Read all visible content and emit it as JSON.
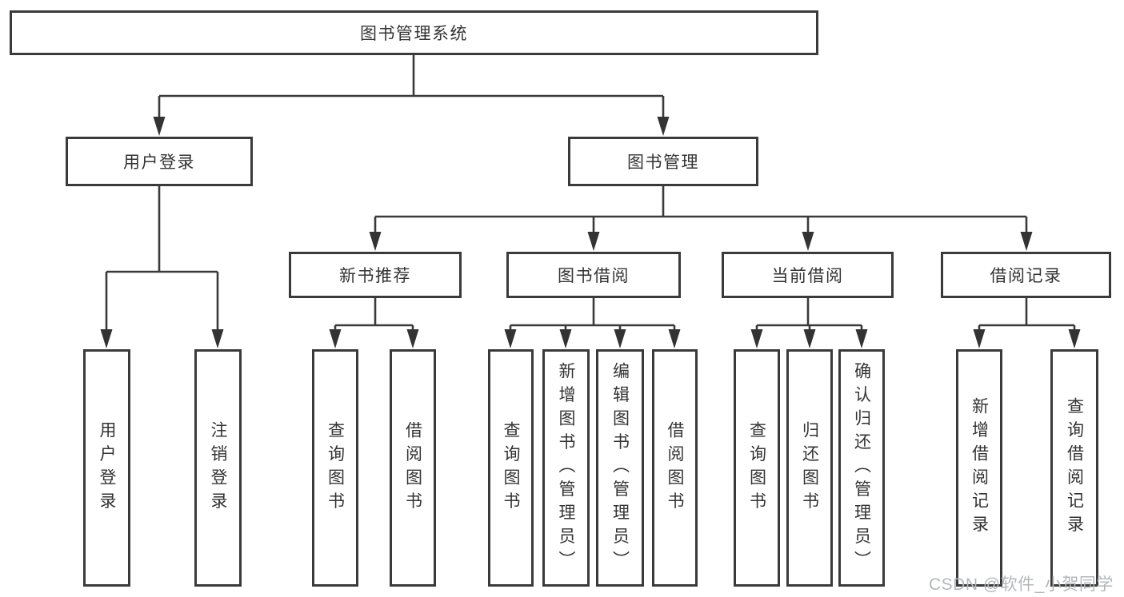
{
  "diagram": {
    "root": {
      "label": "图书管理系统"
    },
    "branches": [
      {
        "label": "用户登录",
        "leaves": [
          {
            "label": "用户登录"
          },
          {
            "label": "注销登录"
          }
        ]
      },
      {
        "label": "图书管理",
        "groups": [
          {
            "label": "新书推荐",
            "leaves": [
              {
                "label": "查询图书"
              },
              {
                "label": "借阅图书"
              }
            ]
          },
          {
            "label": "图书借阅",
            "leaves": [
              {
                "label": "查询图书"
              },
              {
                "label": "新增图书（管理员）"
              },
              {
                "label": "编辑图书（管理员）"
              },
              {
                "label": "借阅图书"
              }
            ]
          },
          {
            "label": "当前借阅",
            "leaves": [
              {
                "label": "查询图书"
              },
              {
                "label": "归还图书"
              },
              {
                "label": "确认归还（管理员）"
              }
            ]
          },
          {
            "label": "借阅记录",
            "leaves": [
              {
                "label": "新增借阅记录"
              },
              {
                "label": "查询借阅记录"
              }
            ]
          }
        ]
      }
    ]
  },
  "watermark": {
    "text": "CSDN @软件_小贺同学"
  },
  "colors": {
    "line": "#3a3a3a",
    "text": "#333333",
    "box_background": "#ffffff",
    "page_background": "#ffffff",
    "watermark": "#b4b7b9"
  }
}
